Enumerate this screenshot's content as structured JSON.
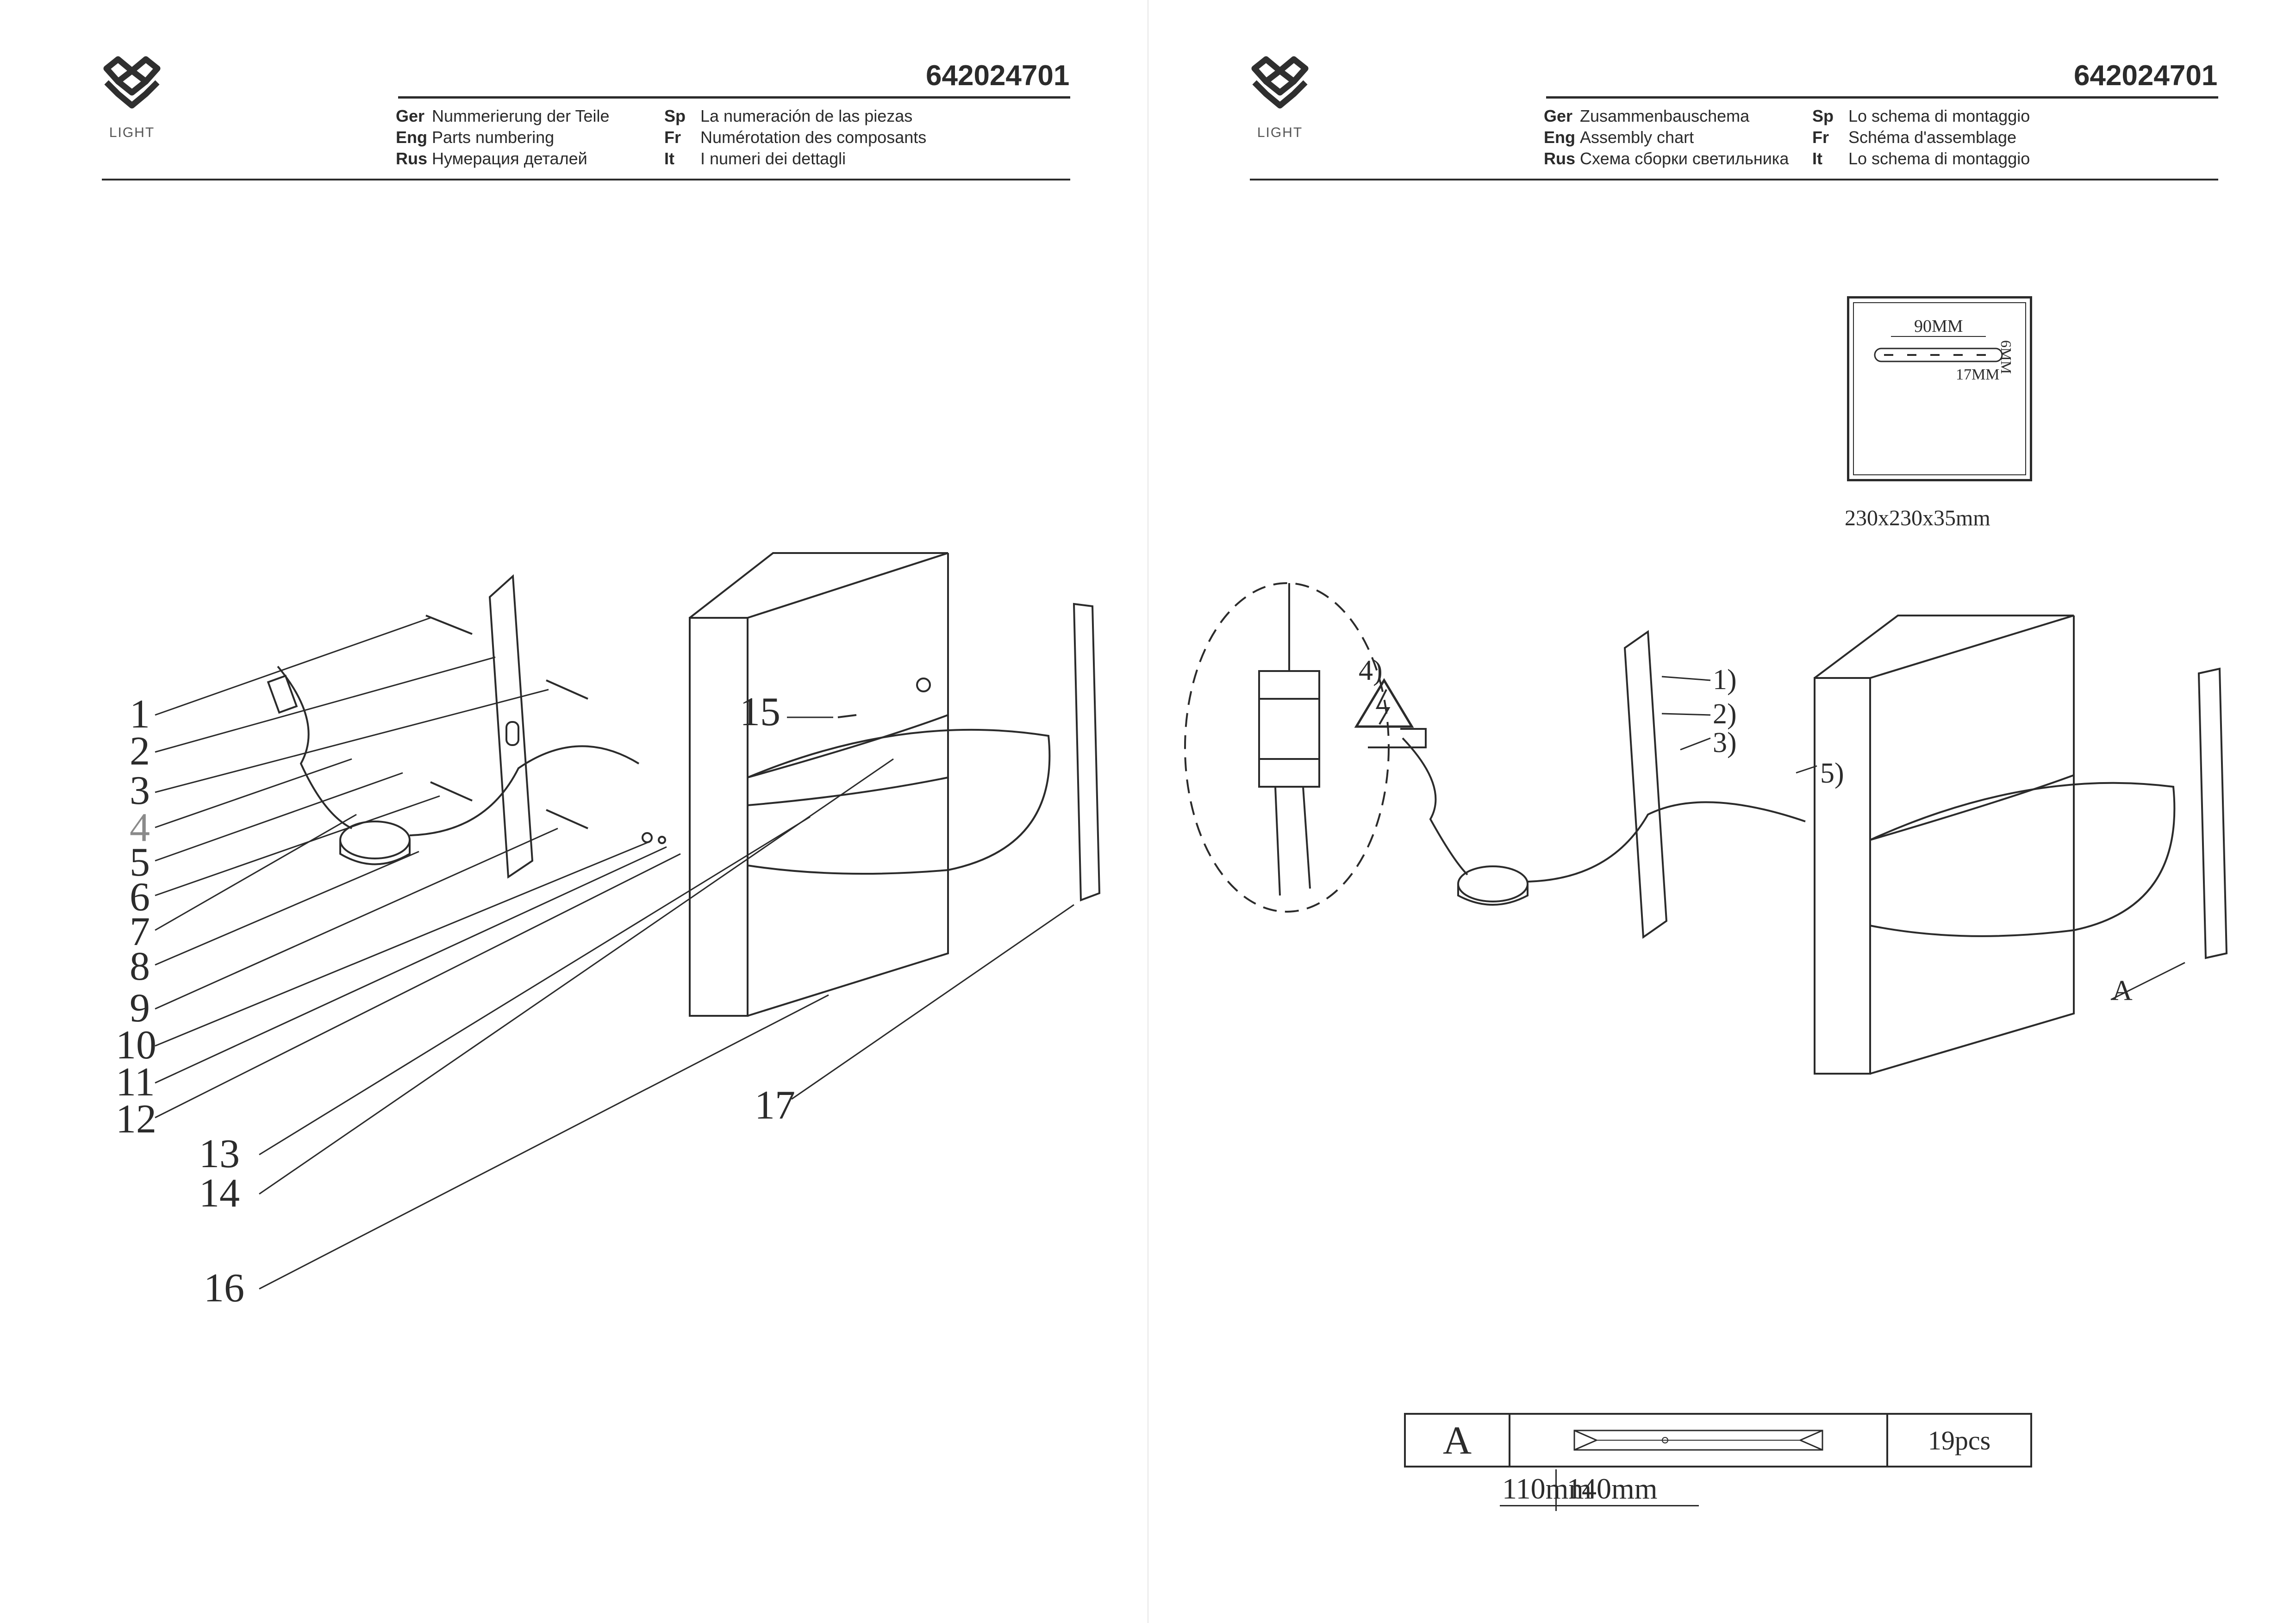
{
  "document": {
    "code": "642024701",
    "brand_word": "LIGHT"
  },
  "left_page": {
    "header": {
      "rows": [
        {
          "lang": "Ger",
          "text": "Nummerierung der Teile"
        },
        {
          "lang": "Eng",
          "text": "Parts numbering"
        },
        {
          "lang": "Rus",
          "text": "Нумерация деталей"
        }
      ],
      "rows_right": [
        {
          "lang": "Sp",
          "text": "La numeración de las piezas"
        },
        {
          "lang": "Fr",
          "text": "Numérotation des composants"
        },
        {
          "lang": "It",
          "text": "I numeri dei dettagli"
        }
      ]
    },
    "callouts": [
      "1",
      "2",
      "3",
      "4",
      "5",
      "6",
      "7",
      "8",
      "9",
      "10",
      "11",
      "12",
      "13",
      "14",
      "15",
      "16",
      "17"
    ]
  },
  "right_page": {
    "header": {
      "rows": [
        {
          "lang": "Ger",
          "text": "Zusammenbauschema"
        },
        {
          "lang": "Eng",
          "text": "Assembly chart"
        },
        {
          "lang": "Rus",
          "text": "Схема сборки светильника"
        }
      ],
      "rows_right": [
        {
          "lang": "Sp",
          "text": "Lo schema di montaggio"
        },
        {
          "lang": "Fr",
          "text": "Schéma d'assemblage"
        },
        {
          "lang": "It",
          "text": "Lo schema di montaggio"
        }
      ]
    },
    "steps": [
      "1)",
      "2)",
      "3)",
      "4)",
      "5)"
    ],
    "part_label": "A",
    "mount_plate": {
      "hole_span": "90MM",
      "hole_height": "6MM",
      "hole_offset": "17MM",
      "size": "230x230x35mm"
    },
    "parts_table": {
      "label": "A",
      "count": "19pcs",
      "dim_left": "110mm",
      "dim_right": "140mm"
    }
  }
}
